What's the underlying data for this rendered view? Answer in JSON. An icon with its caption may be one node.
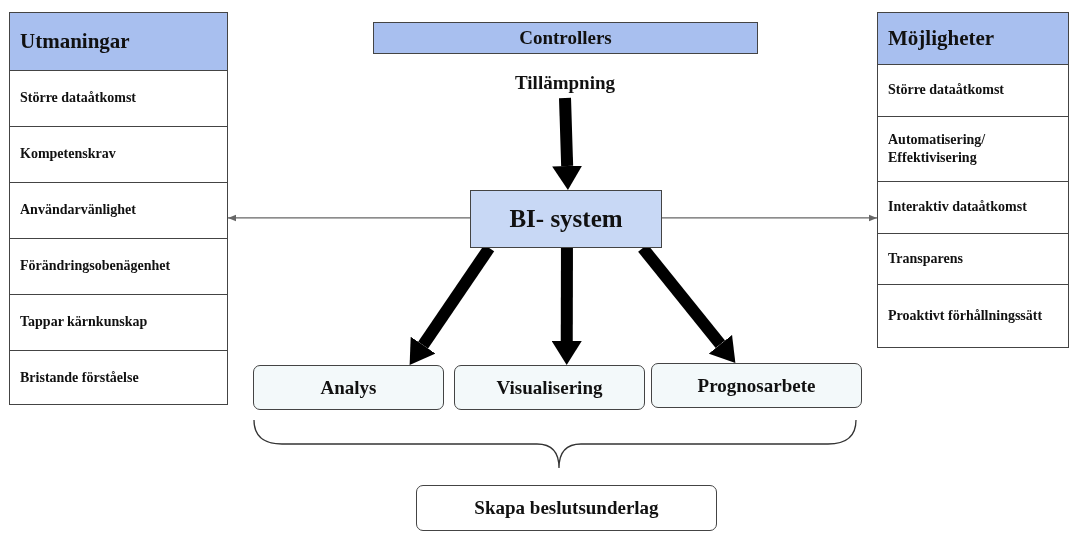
{
  "diagram": {
    "nodes": [
      {
        "text": [
          "Utmaningar"
        ]
      },
      {
        "text": [
          "Större dataåtkomst"
        ],
        "in": 0
      },
      {
        "text": [
          "Kompetenskrav"
        ],
        "in": 0
      },
      {
        "text": [
          "Användarvänlighet"
        ],
        "in": 0
      },
      {
        "text": [
          "Förändringsobenägenhet"
        ],
        "in": 0
      },
      {
        "text": [
          "Tappar kärnkunskap"
        ],
        "in": 0
      },
      {
        "text": [
          "Bristande förståelse"
        ],
        "in": 0
      },
      {
        "text": [
          "Controllers"
        ]
      },
      {
        "text": [
          "Tillämpning"
        ]
      },
      {
        "text": [
          "Möjligheter"
        ]
      },
      {
        "text": [
          "Större dataåtkomst"
        ],
        "in": 9
      },
      {
        "text": [
          "Automatisering/ Effektivisering"
        ],
        "in": 9
      },
      {
        "text": [
          "Interaktiv dataåtkomst"
        ],
        "in": 9
      },
      {
        "text": [
          "Transparens"
        ],
        "in": 9
      },
      {
        "text": [
          "Proaktivt förhållningssätt"
        ],
        "in": 9
      },
      {
        "text": [
          "BI- system"
        ]
      },
      {
        "text": [
          "Analys"
        ]
      },
      {
        "text": [
          "Visualisering"
        ]
      },
      {
        "text": [
          "Prognosarbete"
        ]
      },
      {
        "text": [
          "Skapa beslutsunderlag"
        ]
      }
    ],
    "edges": [
      {
        "from": 8,
        "to": 15,
        "arrow": "to"
      },
      {
        "from": 15,
        "to": 0,
        "arrow": "to",
        "color": "#666666"
      },
      {
        "from": 15,
        "to": 9,
        "arrow": "to",
        "color": "#666666"
      },
      {
        "from": 15,
        "to": 16,
        "arrow": "to"
      },
      {
        "from": 15,
        "to": 17,
        "arrow": "to"
      },
      {
        "from": 15,
        "to": 18,
        "arrow": "to"
      }
    ]
  }
}
